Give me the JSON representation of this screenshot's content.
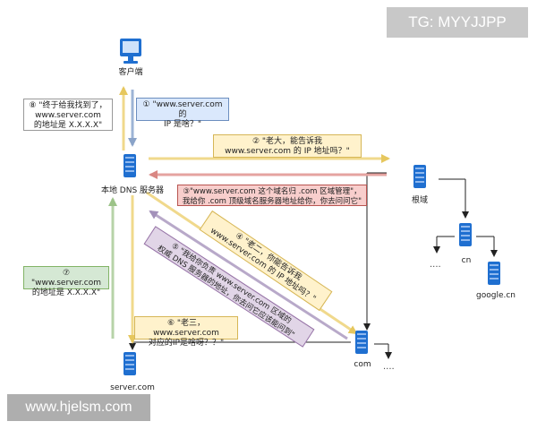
{
  "watermark_top": "TG: MYYJJPP",
  "watermark_bottom": "www.hjelsm.com",
  "nodes": {
    "client": "客户端",
    "local_dns": "本地 DNS 服务器",
    "root": "根域",
    "cn": "cn",
    "google_cn": "google.cn",
    "com": "com",
    "server_com": "server.com"
  },
  "ellipsis": "....",
  "steps": {
    "s1": "① \"www.server.com 的\nIP 是啥？\"",
    "s2": "② \"老大，能告诉我\nwww.server.com 的 IP 地址吗？\"",
    "s3": "③\"www.server.com 这个域名归 .com 区域管理\"，\n我给你 .com 顶级域名服务器地址给你，你去问问它\"",
    "s4": "④ \"老二，你能告诉我\nwww.server.com 的 IP 地址吗？\"",
    "s5": "⑤ \"我给你负责 www.server.com 区域的\n权威 DNS 服务器的地址，你去问它应该能问到\"",
    "s6": "⑥ \"老三，www.server.com\n对应的IP是啥呀？？\"",
    "s7": "⑦ \"www.server.com\n的地址是 X.X.X.X\"",
    "s8": "⑧ \"终于给我找到了，\nwww.server.com\n的地址是 X.X.X.X\""
  },
  "colors": {
    "server_blue": "#1f6fd0",
    "arrow_blue": "#9db4d6",
    "arrow_yellow": "#f0d98c",
    "arrow_red": "#e5a3a0",
    "arrow_green": "#b7d3a8",
    "arrow_purple": "#b8a9c9"
  }
}
